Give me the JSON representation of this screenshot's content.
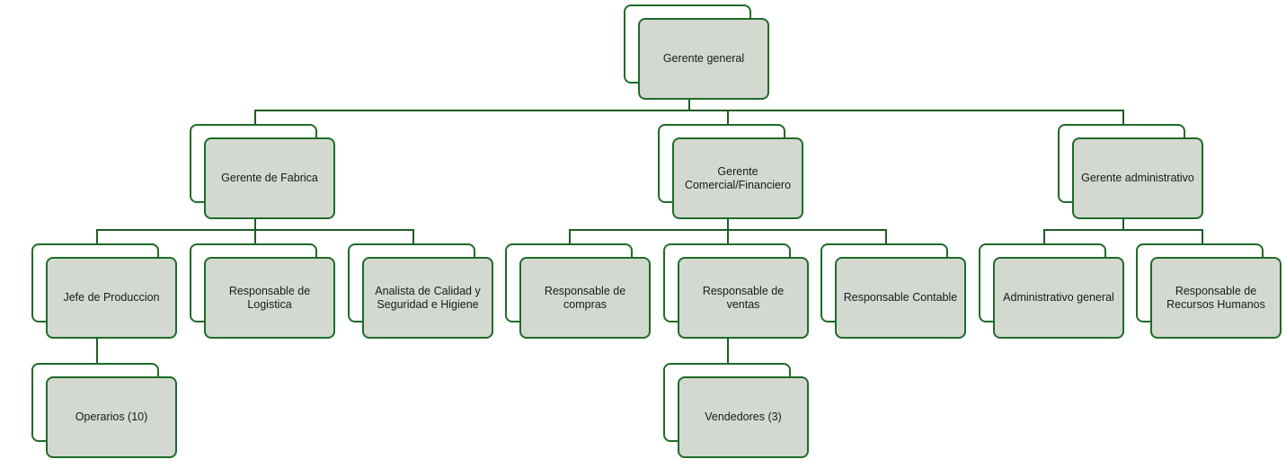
{
  "org_chart": {
    "root": {
      "label": "Gerente general",
      "children": [
        {
          "label": "Gerente de Fabrica",
          "children": [
            {
              "label": "Jefe de Produccion",
              "children": [
                {
                  "label": "Operarios (10)"
                }
              ]
            },
            {
              "label": "Responsable de Logistica"
            },
            {
              "label": "Analista de Calidad y Seguridad e Higiene"
            }
          ]
        },
        {
          "label": "Gerente Comercial/Financiero",
          "children": [
            {
              "label": "Responsable de compras"
            },
            {
              "label": "Responsable de ventas",
              "children": [
                {
                  "label": "Vendedores (3)"
                }
              ]
            },
            {
              "label": "Responsable Contable"
            }
          ]
        },
        {
          "label": "Gerente administrativo",
          "children": [
            {
              "label": "Administrativo general"
            },
            {
              "label": "Responsable de Recursos Humanos"
            }
          ]
        }
      ]
    }
  },
  "colors": {
    "border": "#1f6b28",
    "fill": "#d3d9d1",
    "connector": "#1f5c25"
  }
}
